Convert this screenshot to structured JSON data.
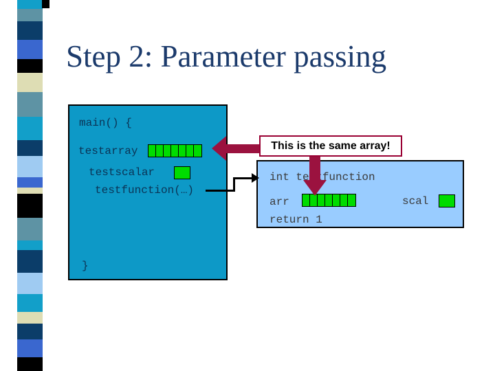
{
  "slide": {
    "title": "Step 2: Parameter passing"
  },
  "colors": {
    "title_text": "#1B3A6B",
    "box_teal": "#0D99C7",
    "box_border": "#000000",
    "code_text_navy": "#0B3355",
    "fn_box_blue": "#99CCFF",
    "fn_text": "#3A3A3A",
    "cell_green": "#00DC00",
    "cell_border": "#000000",
    "arrow_maroon": "#9B123F",
    "callout_border": "#990033",
    "callout_bg": "#FFFFFF",
    "connector_black": "#000000"
  },
  "decor": {
    "notch_color": "#000000",
    "strip": [
      {
        "c": "#129FC9",
        "h": 13
      },
      {
        "c": "#5E93A4",
        "h": 18
      },
      {
        "c": "#0B3D69",
        "h": 27
      },
      {
        "c": "#3A67CF",
        "h": 28
      },
      {
        "c": "#000000",
        "h": 20
      },
      {
        "c": "#DEDDB4",
        "h": 28
      },
      {
        "c": "#5E93A4",
        "h": 36
      },
      {
        "c": "#129FC9",
        "h": 34
      },
      {
        "c": "#0B3D69",
        "h": 23
      },
      {
        "c": "#9FCBF2",
        "h": 31
      },
      {
        "c": "#3A67CF",
        "h": 15
      },
      {
        "c": "#DEDDB4",
        "h": 9
      },
      {
        "c": "#000000",
        "h": 35
      },
      {
        "c": "#5E93A4",
        "h": 33
      },
      {
        "c": "#129FC9",
        "h": 14
      },
      {
        "c": "#0B3D69",
        "h": 33
      },
      {
        "c": "#9FCBF2",
        "h": 31
      },
      {
        "c": "#129FC9",
        "h": 26
      },
      {
        "c": "#DEDDB4",
        "h": 17
      },
      {
        "c": "#0B3D69",
        "h": 23
      },
      {
        "c": "#3A67CF",
        "h": 26
      },
      {
        "c": "#000000",
        "h": 30
      }
    ]
  },
  "main_box": {
    "signature": "main() {",
    "testarray_label": "testarray",
    "testarray_cells": 7,
    "testscalar_label": "testscalar",
    "testscalar_cells": 1,
    "call_label": "testfunction(…)",
    "closing_brace": "}"
  },
  "callout": {
    "text": "This is the same array!"
  },
  "function_box": {
    "header": "int testfunction",
    "arr_label": "arr",
    "arr_cells": 7,
    "scal_label": "scal",
    "scal_cells": 1,
    "return_label": "return 1"
  }
}
